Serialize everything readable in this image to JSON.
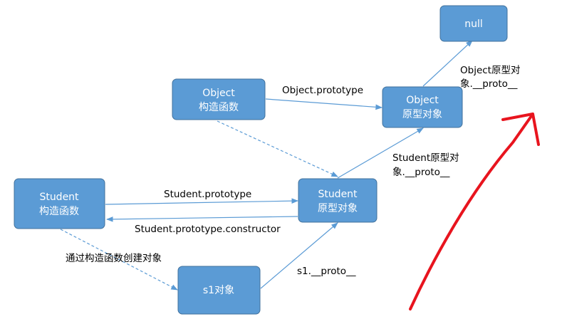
{
  "nodes": {
    "null_obj": {
      "lines": [
        "null"
      ]
    },
    "object_ctor": {
      "lines": [
        "Object",
        "构造函数"
      ]
    },
    "object_proto": {
      "lines": [
        "Object",
        "原型对象"
      ]
    },
    "student_ctor": {
      "lines": [
        "Student",
        "构造函数"
      ]
    },
    "student_proto": {
      "lines": [
        "Student",
        "原型对象"
      ]
    },
    "s1": {
      "lines": [
        "s1对象"
      ]
    }
  },
  "edges": {
    "object_prototype": [
      "Object.prototype"
    ],
    "object_proto_chain": [
      "Object原型对",
      "象.__proto__"
    ],
    "student_prototype": [
      "Student.prototype"
    ],
    "student_constructor": [
      "Student.prototype.constructor"
    ],
    "student_proto_chain": [
      "Student原型对",
      "象.__proto__"
    ],
    "create_instance": [
      "通过构造函数创建对象"
    ],
    "s1_proto": [
      "s1.__proto__"
    ]
  },
  "colors": {
    "node_fill": "#5b9bd5",
    "node_stroke": "#41719c",
    "node_text": "#ffffff",
    "edge": "#5b9bd5",
    "annotation": "#e8141e"
  }
}
